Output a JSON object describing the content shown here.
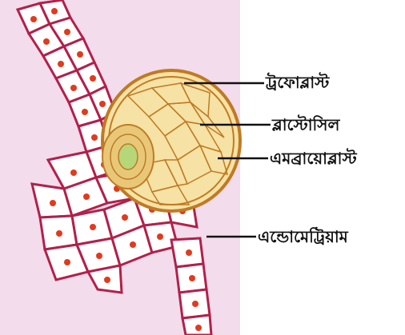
{
  "labels": {
    "trophoblast": "ট্রফোব্লাস্ট",
    "blastocoel": "ব্লাস্টোসিল",
    "embryoblast": "এমব্রায়োব্লাস্ট",
    "endometrium": "এন্ডোমেট্রিয়াম"
  },
  "colors": {
    "background_tint": "#f3dcec",
    "cell_border": "#b3204a",
    "nucleus": "#e23a1e",
    "blastocyst_fill": "#f6e2a4",
    "blastocyst_border": "#c07a24",
    "inner_mass_fill": "#b6d67a",
    "leader_line": "#111111"
  }
}
